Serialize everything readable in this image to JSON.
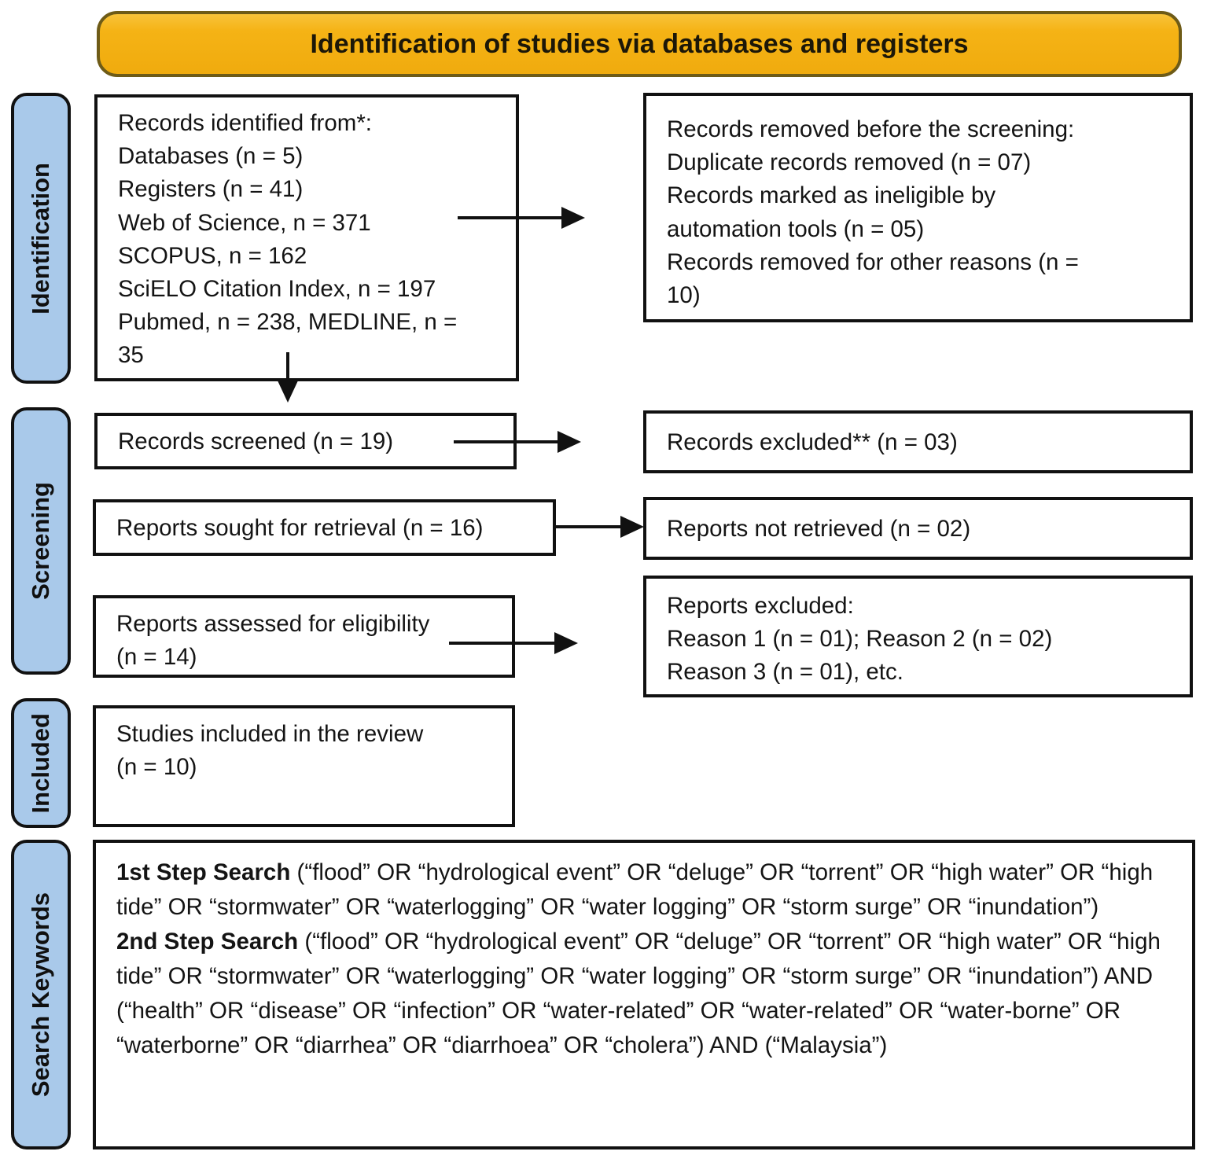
{
  "header": {
    "title": "Identification of studies via databases and registers"
  },
  "stages": [
    {
      "label": "Identification"
    },
    {
      "label": "Screening"
    },
    {
      "label": "Included"
    },
    {
      "label": "Search Keywords"
    }
  ],
  "boxes": {
    "records_identified": {
      "lines": [
        "Records identified from*:",
        "Databases (n = 5)",
        "Registers (n = 41)",
        "Web of Science, n = 371",
        "SCOPUS, n = 162",
        "SciELO Citation Index, n = 197",
        "Pubmed, n = 238, MEDLINE, n =",
        "35"
      ]
    },
    "records_removed": {
      "lines": [
        "Records removed before the screening:",
        "Duplicate records removed (n = 07)",
        "Records marked as ineligible by",
        "automation tools (n = 05)",
        "Records removed for other reasons (n =",
        "10)"
      ]
    },
    "records_screened": {
      "text": "Records screened (n = 19)"
    },
    "records_excluded": {
      "text": "Records excluded** (n = 03)"
    },
    "reports_sought": {
      "text": "Reports sought for retrieval (n = 16)"
    },
    "reports_not_retrieved": {
      "text": "Reports not retrieved (n = 02)"
    },
    "reports_assessed": {
      "lines": [
        "Reports assessed for eligibility",
        "(n = 14)"
      ]
    },
    "reports_excluded": {
      "lines": [
        "Reports excluded:",
        "Reason 1 (n = 01); Reason 2 (n = 02)",
        "Reason 3 (n = 01), etc."
      ]
    },
    "studies_included": {
      "lines": [
        "Studies included in the review",
        "(n = 10)"
      ]
    }
  },
  "search_keywords": {
    "entries": [
      {
        "label": "1st Step Search",
        "query": " (“flood” OR “hydrological event” OR “deluge” OR “torrent” OR “high water” OR “high tide” OR “stormwater” OR “waterlogging” OR “water logging” OR “storm surge” OR “inundation”)"
      },
      {
        "label": "2nd Step Search",
        "query": " (“flood” OR “hydrological event” OR “deluge” OR “torrent” OR “high water” OR “high tide” OR “stormwater” OR “waterlogging” OR “water logging” OR “storm surge” OR “inundation”) AND (“health” OR “disease” OR “infection” OR “water-related” OR “water-related” OR “water-borne” OR “waterborne” OR “diarrhea” OR “diarrhoea” OR “cholera”) AND (“Malaysia”)"
      }
    ]
  },
  "colors": {
    "header_fill": "#F5B315",
    "header_border": "#6E5B17",
    "stage_fill": "#A9C9EA",
    "line": "#111111",
    "box_fill": "#FFFFFF"
  }
}
